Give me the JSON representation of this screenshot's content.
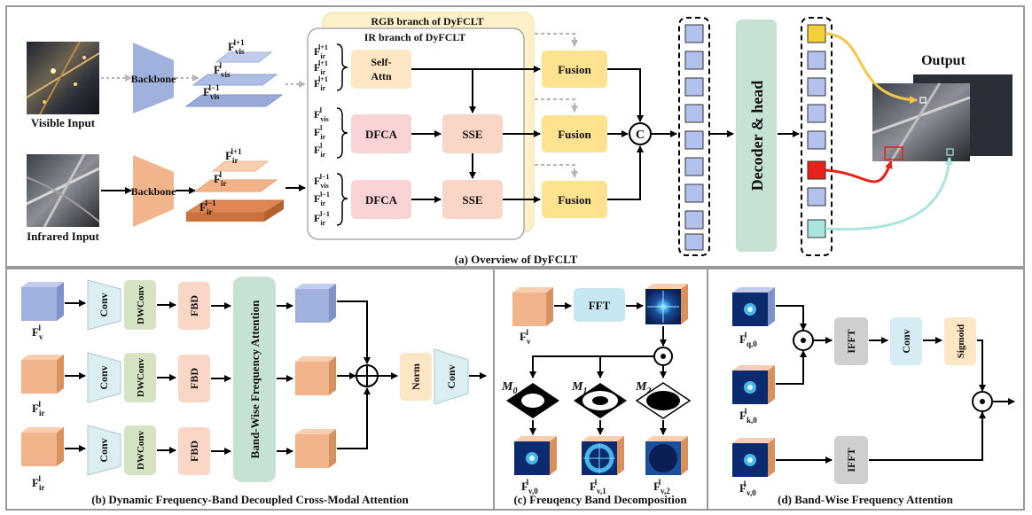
{
  "panel_a": {
    "caption": "(a) Overview of DyFCLT",
    "visible_input_label": "Visible Input",
    "infrared_input_label": "Infrared Input",
    "backbone_label": "Backbone",
    "rgb_branch_label": "RGB branch of DyFCLT",
    "ir_branch_label": "IR branch of DyFCLT",
    "self_attn_label_1": "Self-",
    "self_attn_label_2": "Attn",
    "dfca_label": "DFCA",
    "sse_label": "SSE",
    "fusion_label": "Fusion",
    "concat_label": "C",
    "decoder_label": "Decoder & head",
    "output_label": "Output",
    "vis_features": [
      {
        "base": "F",
        "sub": "vis",
        "sup": "l+1"
      },
      {
        "base": "F",
        "sub": "vis",
        "sup": "l"
      },
      {
        "base": "F",
        "sub": "vis",
        "sup": "l−1"
      }
    ],
    "ir_features": [
      {
        "base": "F",
        "sub": "ir",
        "sup": "l+1"
      },
      {
        "base": "F",
        "sub": "ir",
        "sup": "l"
      },
      {
        "base": "F",
        "sub": "ir",
        "sup": "l−1"
      }
    ],
    "input_groups": [
      [
        {
          "sub": "ir",
          "sup": "l+1"
        },
        {
          "sub": "ir",
          "sup": "l+1"
        },
        {
          "sub": "ir",
          "sup": "l+1"
        }
      ],
      [
        {
          "sub": "vis",
          "sup": "l"
        },
        {
          "sub": "ir",
          "sup": "l"
        },
        {
          "sub": "ir",
          "sup": "l"
        }
      ],
      [
        {
          "sub": "vis",
          "sup": "l−1"
        },
        {
          "sub": "ir",
          "sup": "l−1"
        },
        {
          "sub": "ir",
          "sup": "l−1"
        }
      ]
    ],
    "colors": {
      "vis_blue": "#9fb1dc",
      "ir_orange": "#f2b48a",
      "self_attn": "#fde6c3",
      "dfca": "#fad4d4",
      "sse": "#fad6c6",
      "fusion": "#fde38f",
      "decoder": "#c6e2d2",
      "token_yellow": "#f5cf3b",
      "token_red": "#e8211a",
      "token_cyan": "#a9e4de",
      "token_blue": "#b3c2ec"
    }
  },
  "panel_b": {
    "caption": "(b) Dynamic Frequency-Band Decoupled Cross-Modal Attention",
    "conv_label": "Conv",
    "dwconv_label": "DWConv",
    "fbd_label": "FBD",
    "bwfa_label": "Band-Wise Frequency Attention",
    "norm_label": "Norm",
    "inputs": [
      {
        "base": "F",
        "sub": "v",
        "sup": "l"
      },
      {
        "base": "F",
        "sub": "ir",
        "sup": "l"
      },
      {
        "base": "F",
        "sub": "ir",
        "sup": "l"
      }
    ]
  },
  "panel_c": {
    "caption": "(c)  Freuqency Band Decomposition",
    "fft_label": "FFT",
    "input": {
      "base": "F",
      "sub": "v",
      "sup": "l"
    },
    "masks": [
      {
        "base": "M",
        "sub": "0"
      },
      {
        "base": "M",
        "sub": "1"
      },
      {
        "base": "M",
        "sub": "2"
      }
    ],
    "outputs": [
      {
        "base": "F",
        "sub": "v,0",
        "sup": "l"
      },
      {
        "base": "F",
        "sub": "v,1",
        "sup": "l"
      },
      {
        "base": "F",
        "sub": "v,2",
        "sup": "l"
      }
    ]
  },
  "panel_d": {
    "caption": "(d) Band-Wise Frequency Attention",
    "ifft_label": "IFFT",
    "conv_label": "Conv",
    "sigmoid_label": "Sigmoid",
    "inputs": [
      {
        "base": "F",
        "sub": "q,0",
        "sup": "l"
      },
      {
        "base": "F",
        "sub": "k,0",
        "sup": "l"
      },
      {
        "base": "F",
        "sub": "v,0",
        "sup": "l"
      }
    ]
  }
}
